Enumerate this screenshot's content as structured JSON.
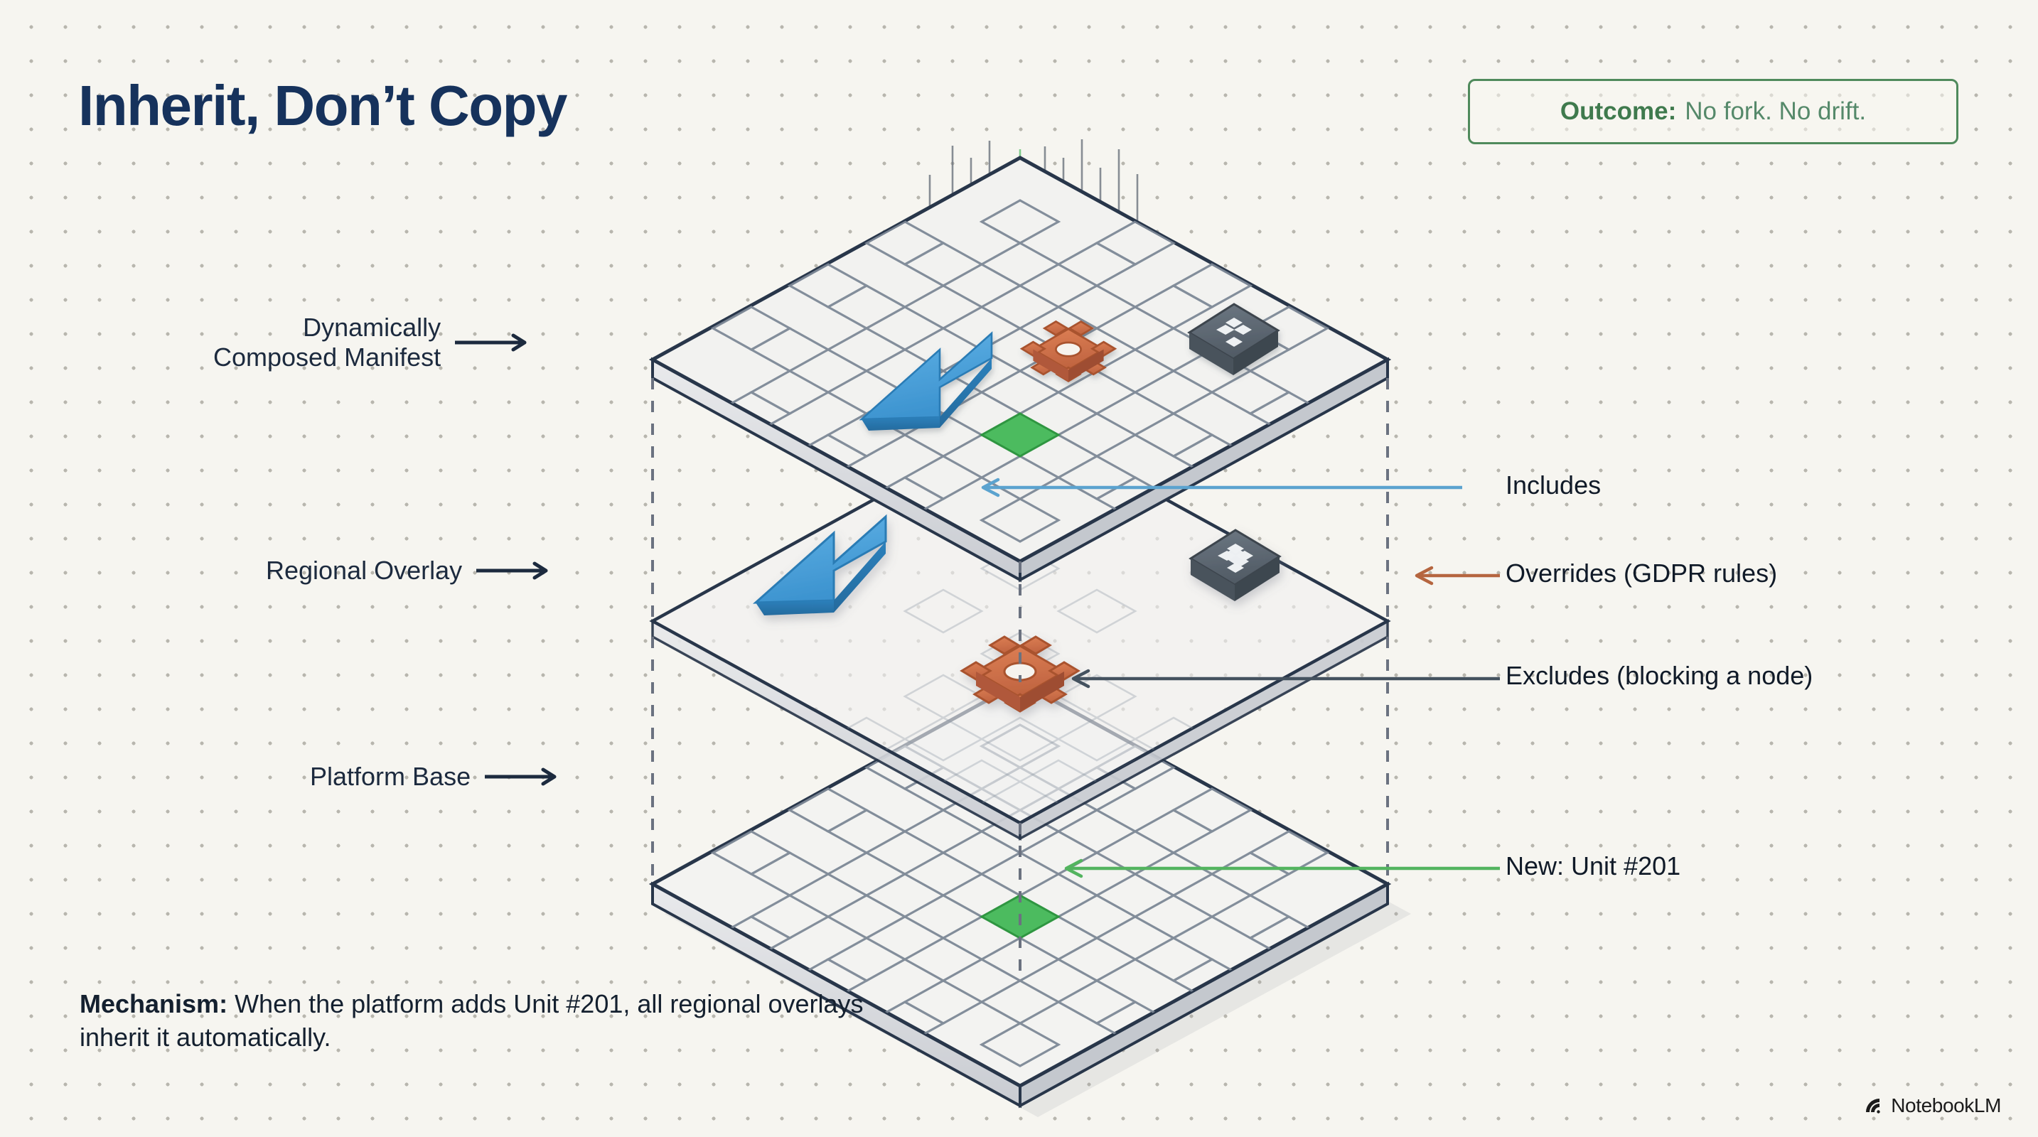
{
  "page": {
    "title": "Inherit, Don’t Copy",
    "background_color": "#f6f5f0",
    "title_color": "#16325c"
  },
  "outcome": {
    "label": "Outcome:",
    "value": "No fork. No drift.",
    "border_color": "#4f8a5c",
    "text_color": "#3f7a4d"
  },
  "layers": [
    {
      "id": "manifest",
      "label_line1": "Dynamically",
      "label_line2": "Composed Manifest",
      "arrow_icon": "arrow-right-icon"
    },
    {
      "id": "overlay",
      "label_line1": "Regional Overlay",
      "label_line2": "",
      "arrow_icon": "arrow-right-icon"
    },
    {
      "id": "base",
      "label_line1": "Platform Base",
      "label_line2": "",
      "arrow_icon": "arrow-right-icon"
    }
  ],
  "annotations": [
    {
      "id": "includes",
      "text": "Includes",
      "color": "#5ba3cf",
      "icon": "arrow-left-icon"
    },
    {
      "id": "overrides",
      "text": "Overrides (GDPR rules)",
      "color": "#b5653f",
      "icon": "arrow-left-icon"
    },
    {
      "id": "excludes",
      "text": "Excludes (blocking a node)",
      "color": "#44525f",
      "icon": "arrow-left-icon"
    },
    {
      "id": "new-unit",
      "text": "New: Unit #201",
      "color": "#53b45f",
      "icon": "arrow-left-icon"
    }
  ],
  "mechanism": {
    "label": "Mechanism:",
    "text": " When the platform adds Unit #201, all regional overlays inherit it automatically."
  },
  "footer": {
    "brand": "NotebookLM",
    "logo_icon": "notebooklm-logo-icon"
  },
  "markers": {
    "blue_arrow": "arrow-down-left-icon",
    "gear": "gear-icon",
    "plus_badge": "plus-badge-icon",
    "green_node": "green-node-icon"
  },
  "palette": {
    "plane_top": "#f2f2f0",
    "plane_edge": "#28364a",
    "plane_side": "#d8dade",
    "cell_stroke": "#7d8896",
    "blue": "#4ea3dd",
    "blue_dark": "#2a7bb5",
    "orange": "#d4724a",
    "orange_dark": "#b05a34",
    "gray_badge": "#5d6872",
    "gray_badge_dark": "#444e58",
    "green": "#4cbb5f",
    "green_dark": "#2f9641"
  }
}
